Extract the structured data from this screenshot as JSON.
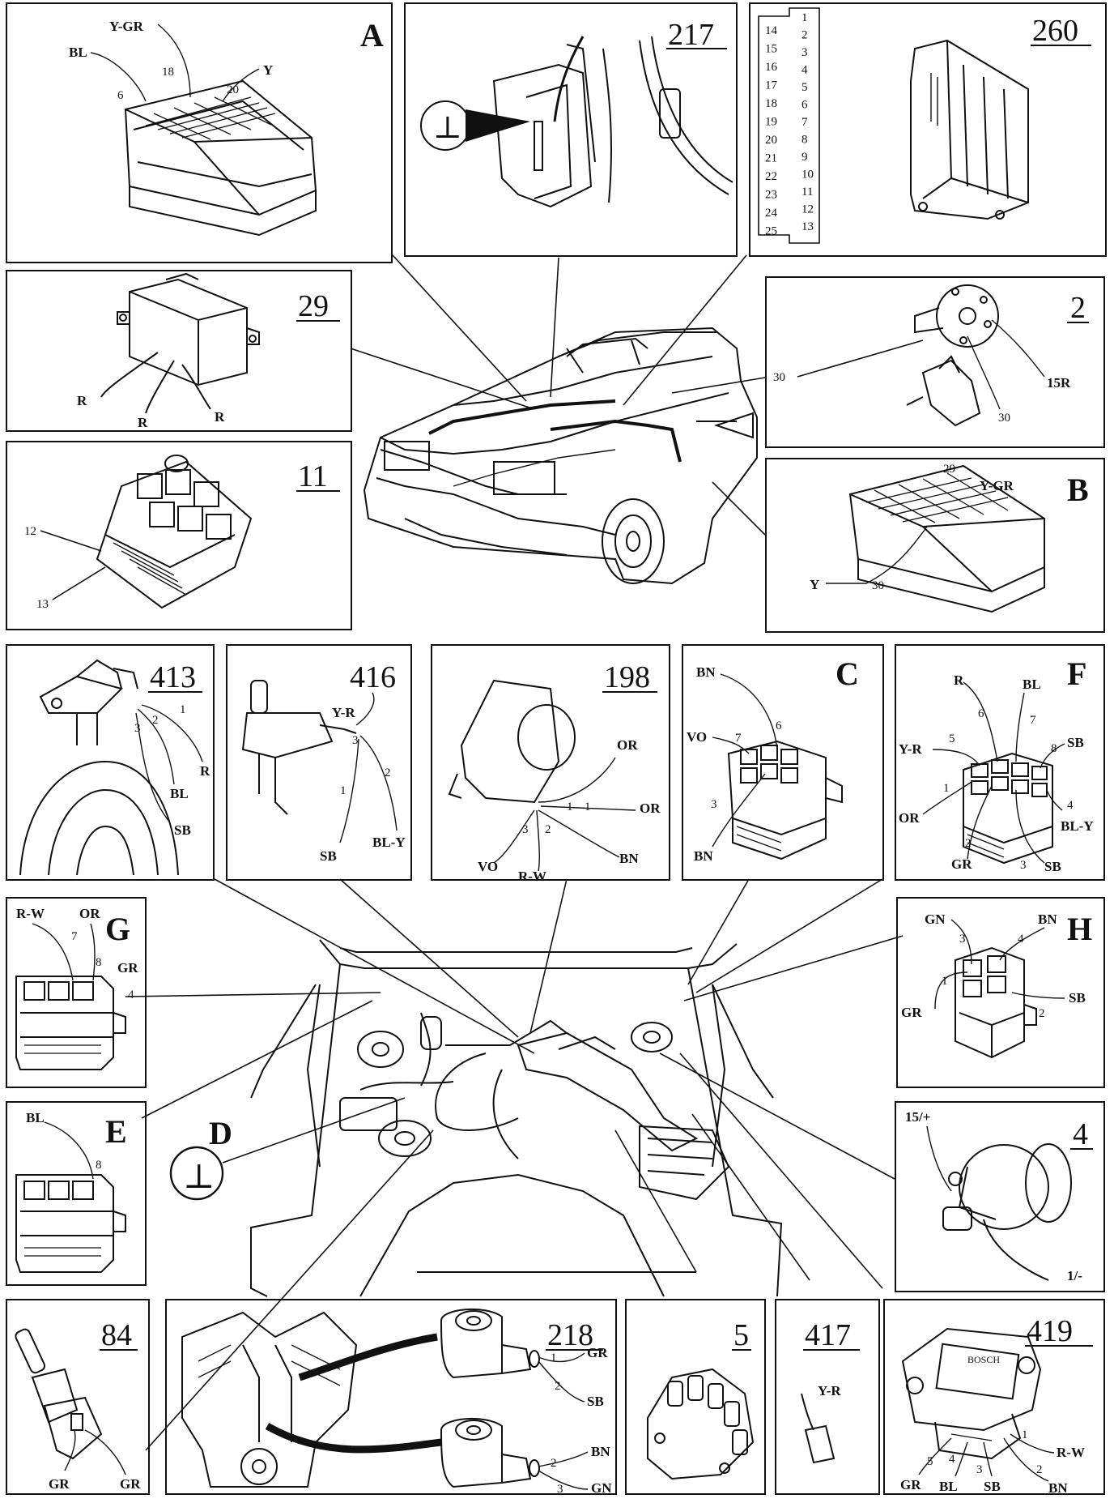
{
  "panels": {
    "A": {
      "id": "A",
      "wires": {
        "yg": "Y-GR",
        "bl": "BL",
        "y": "Y"
      },
      "pins": {
        "p6": "6",
        "p18": "18",
        "p20": "20"
      }
    },
    "p217": {
      "id": "217"
    },
    "p260": {
      "id": "260",
      "left_col": [
        "14",
        "15",
        "16",
        "17",
        "18",
        "19",
        "20",
        "21",
        "22",
        "23",
        "24",
        "25"
      ],
      "right_col": [
        "1",
        "2",
        "3",
        "4",
        "5",
        "6",
        "7",
        "8",
        "9",
        "10",
        "11",
        "12",
        "13"
      ]
    },
    "p29": {
      "id": "29",
      "wires": [
        "R",
        "R",
        "R"
      ]
    },
    "p2": {
      "id": "2",
      "labels": {
        "t30a": "30",
        "t30b": "30",
        "t15": "15R"
      }
    },
    "p11": {
      "id": "11",
      "pins": {
        "p12": "12",
        "p13": "13"
      }
    },
    "B": {
      "id": "B",
      "wires": {
        "yg": "Y-GR",
        "y": "Y"
      },
      "pins": {
        "p29": "29",
        "p30": "30"
      }
    },
    "p413": {
      "id": "413",
      "pins": {
        "p1": "1",
        "p2": "2",
        "p3": "3"
      },
      "wires": {
        "r": "R",
        "bl": "BL",
        "sb": "SB"
      }
    },
    "p416": {
      "id": "416",
      "pins": {
        "p1": "1",
        "p2": "2",
        "p3": "3"
      },
      "wires": {
        "yr": "Y-R",
        "sb": "SB",
        "bly": "BL-Y"
      }
    },
    "p198": {
      "id": "198",
      "pins": {
        "p1a": "1",
        "p1b": "1",
        "p2": "2",
        "p3": "3"
      },
      "wires": {
        "or1": "OR",
        "or2": "OR",
        "bn": "BN",
        "vo": "VO",
        "rw": "R-W"
      }
    },
    "C": {
      "id": "C",
      "pins": {
        "p3": "3",
        "p6": "6",
        "p7": "7"
      },
      "wires": {
        "bn1": "BN",
        "vo": "VO",
        "bn2": "BN"
      }
    },
    "F": {
      "id": "F",
      "pins": {
        "p1": "1",
        "p2": "2",
        "p3": "3",
        "p4": "4",
        "p5": "5",
        "p6": "6",
        "p7": "7",
        "p8": "8"
      },
      "wires": {
        "r": "R",
        "bl": "BL",
        "yr": "Y-R",
        "sb1": "SB",
        "or": "OR",
        "bly": "BL-Y",
        "gr": "GR",
        "sb2": "SB"
      }
    },
    "G": {
      "id": "G",
      "pins": {
        "p7": "7",
        "p8": "8",
        "p4": "4"
      },
      "wires": {
        "rw": "R-W",
        "or": "OR",
        "gr": "GR"
      }
    },
    "H": {
      "id": "H",
      "pins": {
        "p1": "1",
        "p2": "2",
        "p3": "3",
        "p4": "4"
      },
      "wires": {
        "gn": "GN",
        "bn": "BN",
        "gr": "GR",
        "sb": "SB"
      }
    },
    "E": {
      "id": "E",
      "pins": {
        "p8": "8"
      },
      "wires": {
        "bl": "BL"
      }
    },
    "D": {
      "id": "D",
      "symbol": "⊥"
    },
    "p4": {
      "id": "4",
      "labels": {
        "plus": "15/+",
        "minus": "1/-"
      }
    },
    "p84": {
      "id": "84",
      "wires": {
        "gr1": "GR",
        "gr2": "GR"
      }
    },
    "p218": {
      "id": "218",
      "pins": {
        "p1": "1",
        "p2a": "2",
        "p2b": "2",
        "p3": "3"
      },
      "wires": {
        "gr": "GR",
        "sb": "SB",
        "bn": "BN",
        "gn": "GN"
      }
    },
    "p5": {
      "id": "5"
    },
    "p417": {
      "id": "417",
      "wires": {
        "yr": "Y-R"
      }
    },
    "p419": {
      "id": "419",
      "brand": "BOSCH",
      "pins": {
        "p1": "1",
        "p2": "2",
        "p3": "3",
        "p4": "4",
        "p5": "5"
      },
      "wires": {
        "rw": "R-W",
        "gr": "GR",
        "bl": "BL",
        "sb": "SB",
        "bn": "BN"
      }
    },
    "ground_symbol": "⊥"
  }
}
